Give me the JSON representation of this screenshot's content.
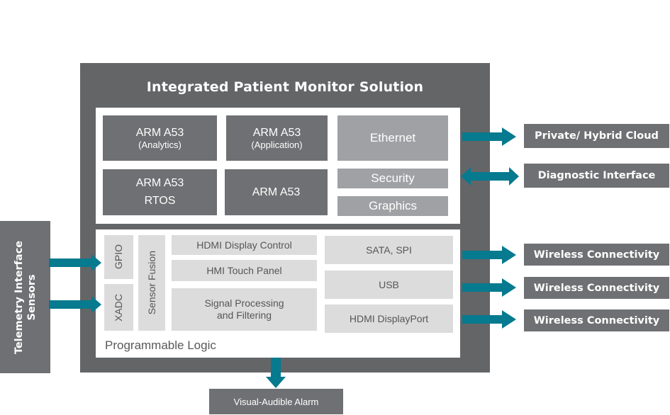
{
  "title": "Integrated Patient Monitor Solution",
  "colors": {
    "outer": "#646567",
    "block_dark": "#6f7073",
    "block_mid": "#a0a1a4",
    "block_light": "#dcdcdc",
    "arrow": "#067a8f"
  },
  "processing_system": {
    "blocks": [
      {
        "line1": "ARM A53",
        "line2": "(Analytics)"
      },
      {
        "line1": "ARM A53",
        "line2": "(Application)"
      },
      {
        "line1": "ARM A53",
        "line2": "RTOS"
      },
      {
        "line1": "ARM A53"
      }
    ],
    "peripherals": [
      "Ethernet",
      "Security",
      "Graphics"
    ]
  },
  "programmable_logic": {
    "label": "Programmable Logic",
    "vertical_blocks": [
      "GPIO",
      "XADC",
      "Sensor Fusion"
    ],
    "center_blocks": [
      "HDMI Display Control",
      "HMI Touch Panel",
      "Signal Processing",
      "and Filtering"
    ],
    "right_blocks": [
      "SATA, SPI",
      "USB",
      "HDMI DisplayPort"
    ]
  },
  "external": {
    "right": [
      {
        "label": "Private/ Hybrid Cloud",
        "direction": "out"
      },
      {
        "label": "Diagnostic Interface",
        "direction": "bidirectional"
      },
      {
        "label": "Wireless Connectivity",
        "direction": "out"
      },
      {
        "label": "Wireless Connectivity",
        "direction": "out"
      },
      {
        "label": "Wireless Connectivity",
        "direction": "out"
      }
    ],
    "sensors": {
      "line1": "Telemetry Interface",
      "line2": "Sensors"
    },
    "alarm": "Visual-Audible Alarm"
  }
}
